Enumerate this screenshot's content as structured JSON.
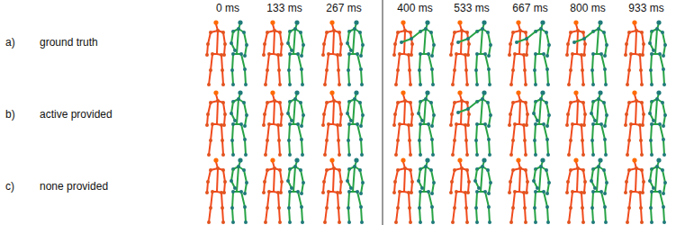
{
  "diagram": {
    "labels": [
      "0 ms",
      "133 ms",
      "267 ms",
      "400 ms",
      "533 ms",
      "667 ms",
      "800 ms",
      "933 ms",
      "a)",
      "ground truth",
      "b)",
      "active provided",
      "c)",
      "none provided"
    ]
  }
}
